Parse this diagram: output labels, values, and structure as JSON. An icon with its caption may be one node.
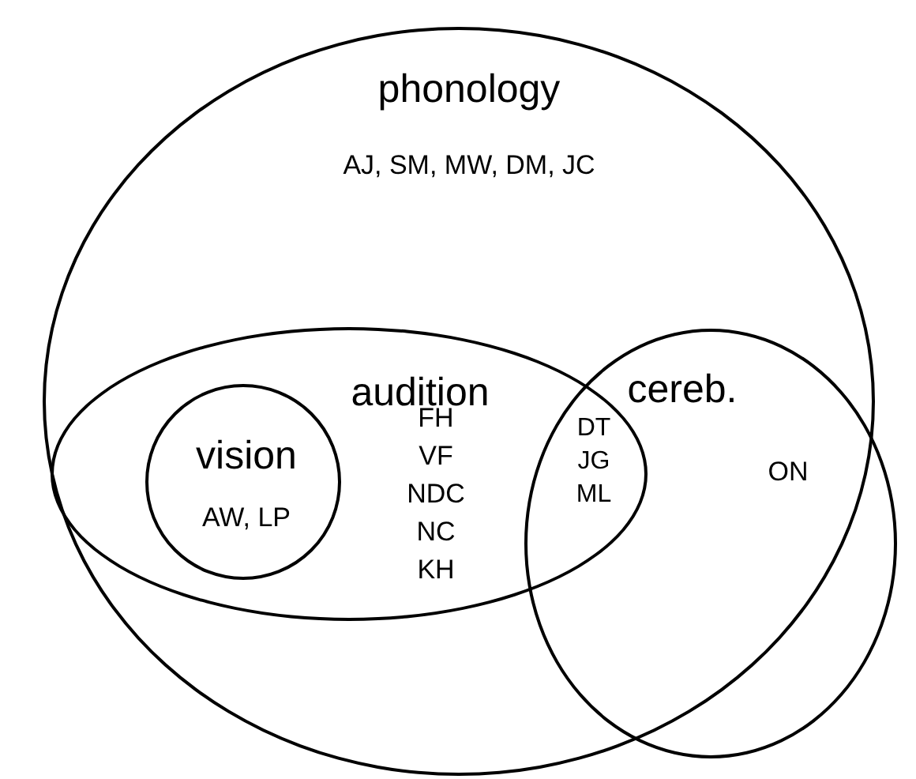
{
  "diagram": {
    "nodes": [
      {
        "text": [
          "phonology",
          "AJ, SM, MW, DM, JC"
        ]
      },
      {
        "text": [
          "audition",
          "FH VF NDC NC KH"
        ],
        "in": 0
      },
      {
        "text": [
          "vision",
          "AW, LP"
        ],
        "in": 1
      },
      {
        "text": [
          "cereb.",
          "ON"
        ]
      }
    ],
    "labels": [
      "DT JG ML"
    ]
  }
}
